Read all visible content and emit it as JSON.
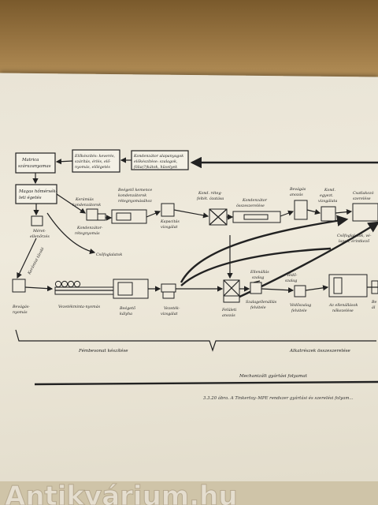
{
  "diagram": {
    "labels": {
      "matrica": [
        "Matrica",
        "szárazanyamas"
      ],
      "elokeszites": [
        "Előkészítés: keverés,",
        "szárítás, érlés, elő-",
        "nyomás, előégetés"
      ],
      "kondenzator_elokeszites": [
        "Kondenzátor alapanyagok",
        "előkészítése: szalagok,",
        "fólia(?)kátok, hüvelyek"
      ],
      "magas_homerseklet": [
        "Magas hőmérsék-",
        "leti égetés"
      ],
      "keramia_kondenz": [
        "Kerámiás",
        "kondenzátorok"
      ],
      "kondenz_reteg": [
        "Kondenzátor-",
        "rétegnyomás"
      ],
      "egeto_kemence": [
        "Beégető kemence",
        "kondenzátorok",
        "rétegnyomásához"
      ],
      "kapacitas": [
        "Kapacitás",
        "vizsgálat"
      ],
      "kond_reteg_feltet": [
        "Kond. réteg-",
        "feltét. ózatása"
      ],
      "kond_osszeszereles": [
        "Kondenzátor",
        "összeszerelése"
      ],
      "bevagas_anozas": [
        "Bevágás",
        "anozás"
      ],
      "kond_egyeztetes": [
        "Kond.",
        "egyezt.",
        "vizsgálata"
      ],
      "csatlakozo": [
        "Csatlakozó",
        "szerelése"
      ],
      "meret_ellenorzes": [
        "Méret-",
        "ellenőrzés"
      ],
      "keramia_tarolo": "Kerámiai tároló",
      "csofoglalatok": "Csőfoglalatok",
      "csofoglalatok_lapok": [
        "Csőfoglalatok, vé-",
        "lapok, érintkező"
      ],
      "bevagasnyomas": [
        "Bevágás-",
        "nyomás"
      ],
      "vezetekminta": "Vezetékminta-nyomás",
      "beegeto_kalyha": [
        "Beégető",
        "kályha"
      ],
      "vezetek_vizsgalat": [
        "Vezeték-",
        "vizsgálat"
      ],
      "feluleti_anozas": [
        "Felületi",
        "anozás"
      ],
      "ellenallas_szalag": [
        "Ellenállás",
        "szalag"
      ],
      "vedoszalag": [
        "Védő-",
        "szalag"
      ],
      "szalag_ellenallas_felvitele": [
        "Szalagellenállás",
        "felvitele"
      ],
      "vedoszalag_felvitele": [
        "Védőszalag",
        "felvitele"
      ],
      "ellenallasok_nokezelese": [
        "Az ellenállások",
        "nőkezelése"
      ],
      "bev": [
        "Be",
        "ál"
      ],
      "phase_left": "Fémbevonat készítése",
      "phase_right": "Alkatrészek összeszerelése",
      "mechanized": "Mechanizált gyártási folyamat"
    },
    "caption": "3.3.20 ábra. A Tinkertoy–MPE rendszer gyártási és szerelési folyam..."
  },
  "watermark": "Antikvárium.hu"
}
